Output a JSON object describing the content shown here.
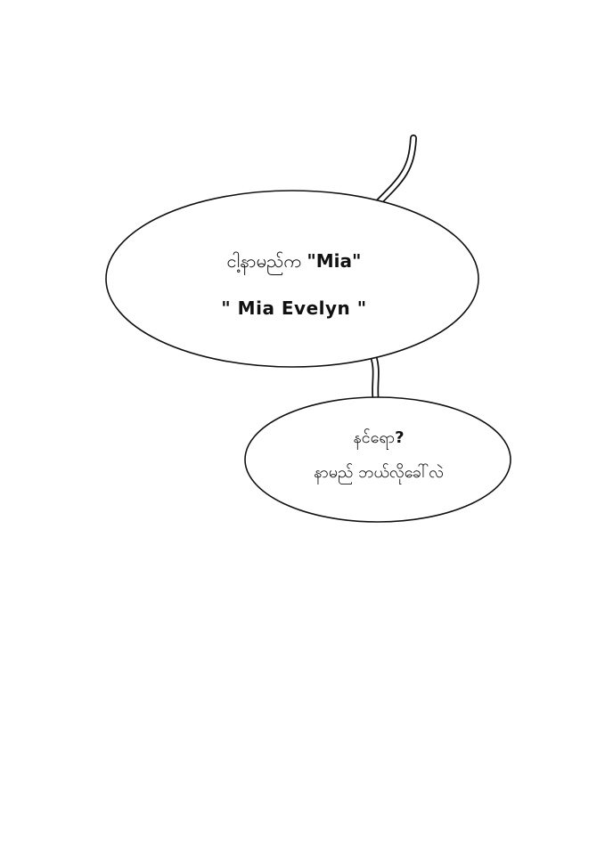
{
  "bubble_top": {
    "line1_text": "ငါ့နာမည်က",
    "line1_name": "\"Mia\"",
    "line2": "\" Mia Evelyn \""
  },
  "bubble_bottom": {
    "line1_text": "နင်ရော",
    "line1_mark": "?",
    "line2": "နာမည် ဘယ်လိုခေါ်လဲ"
  },
  "colors": {
    "background": "#ffffff",
    "stroke": "#111111"
  }
}
